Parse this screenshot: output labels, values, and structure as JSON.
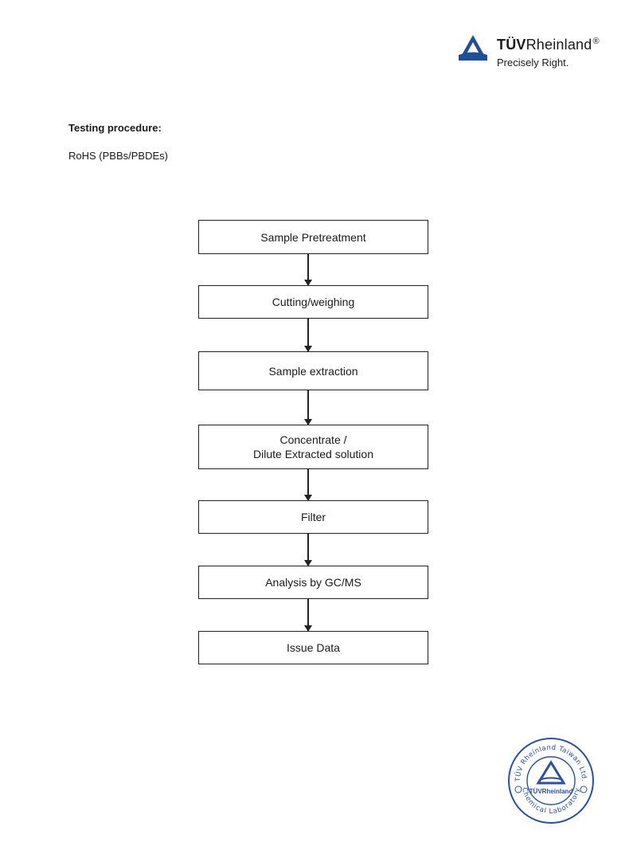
{
  "header": {
    "logo_brand_bold": "TÜV",
    "logo_brand_rest": "Rheinland",
    "logo_registered": "®",
    "logo_tagline": "Precisely Right."
  },
  "section": {
    "title": "Testing procedure:",
    "subtitle": "RoHS (PBBs/PBDEs)"
  },
  "flowchart": {
    "steps": [
      "Sample Pretreatment",
      "Cutting/weighing",
      "Sample extraction",
      "Concentrate /\nDilute Extracted solution",
      "Filter",
      "Analysis by GC/MS",
      "Issue Data"
    ]
  },
  "stamp": {
    "ring_text_top": "TÜV Rheinland Taiwan Ltd.",
    "ring_text_bottom": "Chemical Laboratory",
    "center_text": "TÜVRheinland"
  },
  "colors": {
    "brand_blue": "#1f4f99",
    "stamp_blue": "#2a4fa8",
    "ink": "#1a1a1a"
  }
}
